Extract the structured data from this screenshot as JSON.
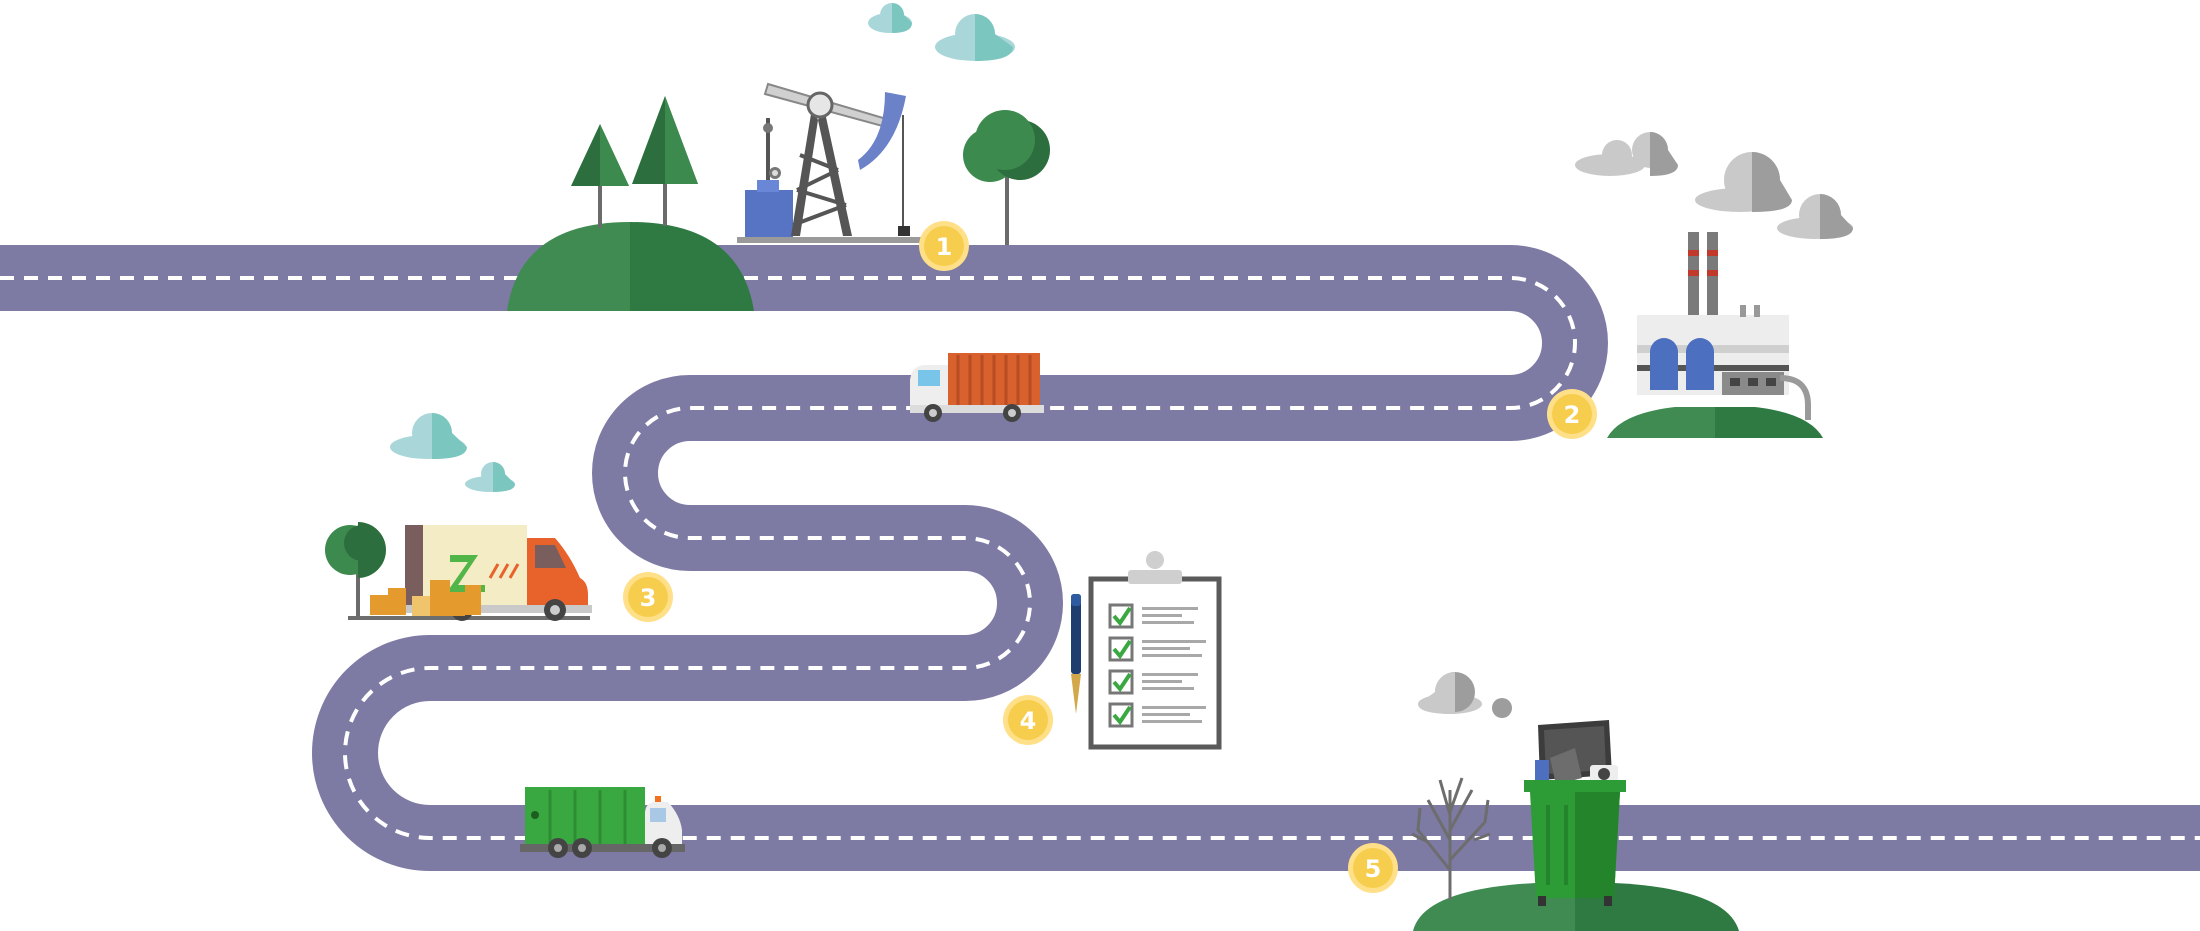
{
  "colors": {
    "road": "#7d7aa3",
    "road_dash": "#ffffff",
    "hill_light": "#3f8b51",
    "hill_dark": "#2f7a43",
    "tree": "#3c8a4d",
    "tree_dark": "#2c6e3d",
    "trunk": "#6b6b6b",
    "marker_fill": "#f6cd4d",
    "marker_ring": "#ffe089",
    "marker_text": "#ffffff",
    "cloud_teal": "#a9d7d9",
    "cloud_teal_dark": "#7cc6c0",
    "cloud_grey": "#c9c9c9",
    "cloud_grey_dark": "#9d9d9d",
    "truck_orange": "#d9612e",
    "truck_green": "#3aa840",
    "bin_green": "#2e9c36",
    "factory_blue": "#4d6fc0"
  },
  "icons": [
    "pine-tree-icon",
    "oil-pump-jack-icon",
    "round-tree-icon",
    "cloud-icon",
    "factory-icon",
    "cargo-truck-icon",
    "delivery-truck-icon",
    "clipboard-checklist-icon",
    "fountain-pen-icon",
    "garbage-truck-icon",
    "bare-tree-icon",
    "waste-bin-icon"
  ],
  "steps": [
    {
      "label": "1"
    },
    {
      "label": "2"
    },
    {
      "label": "3"
    },
    {
      "label": "4"
    },
    {
      "label": "5"
    }
  ]
}
